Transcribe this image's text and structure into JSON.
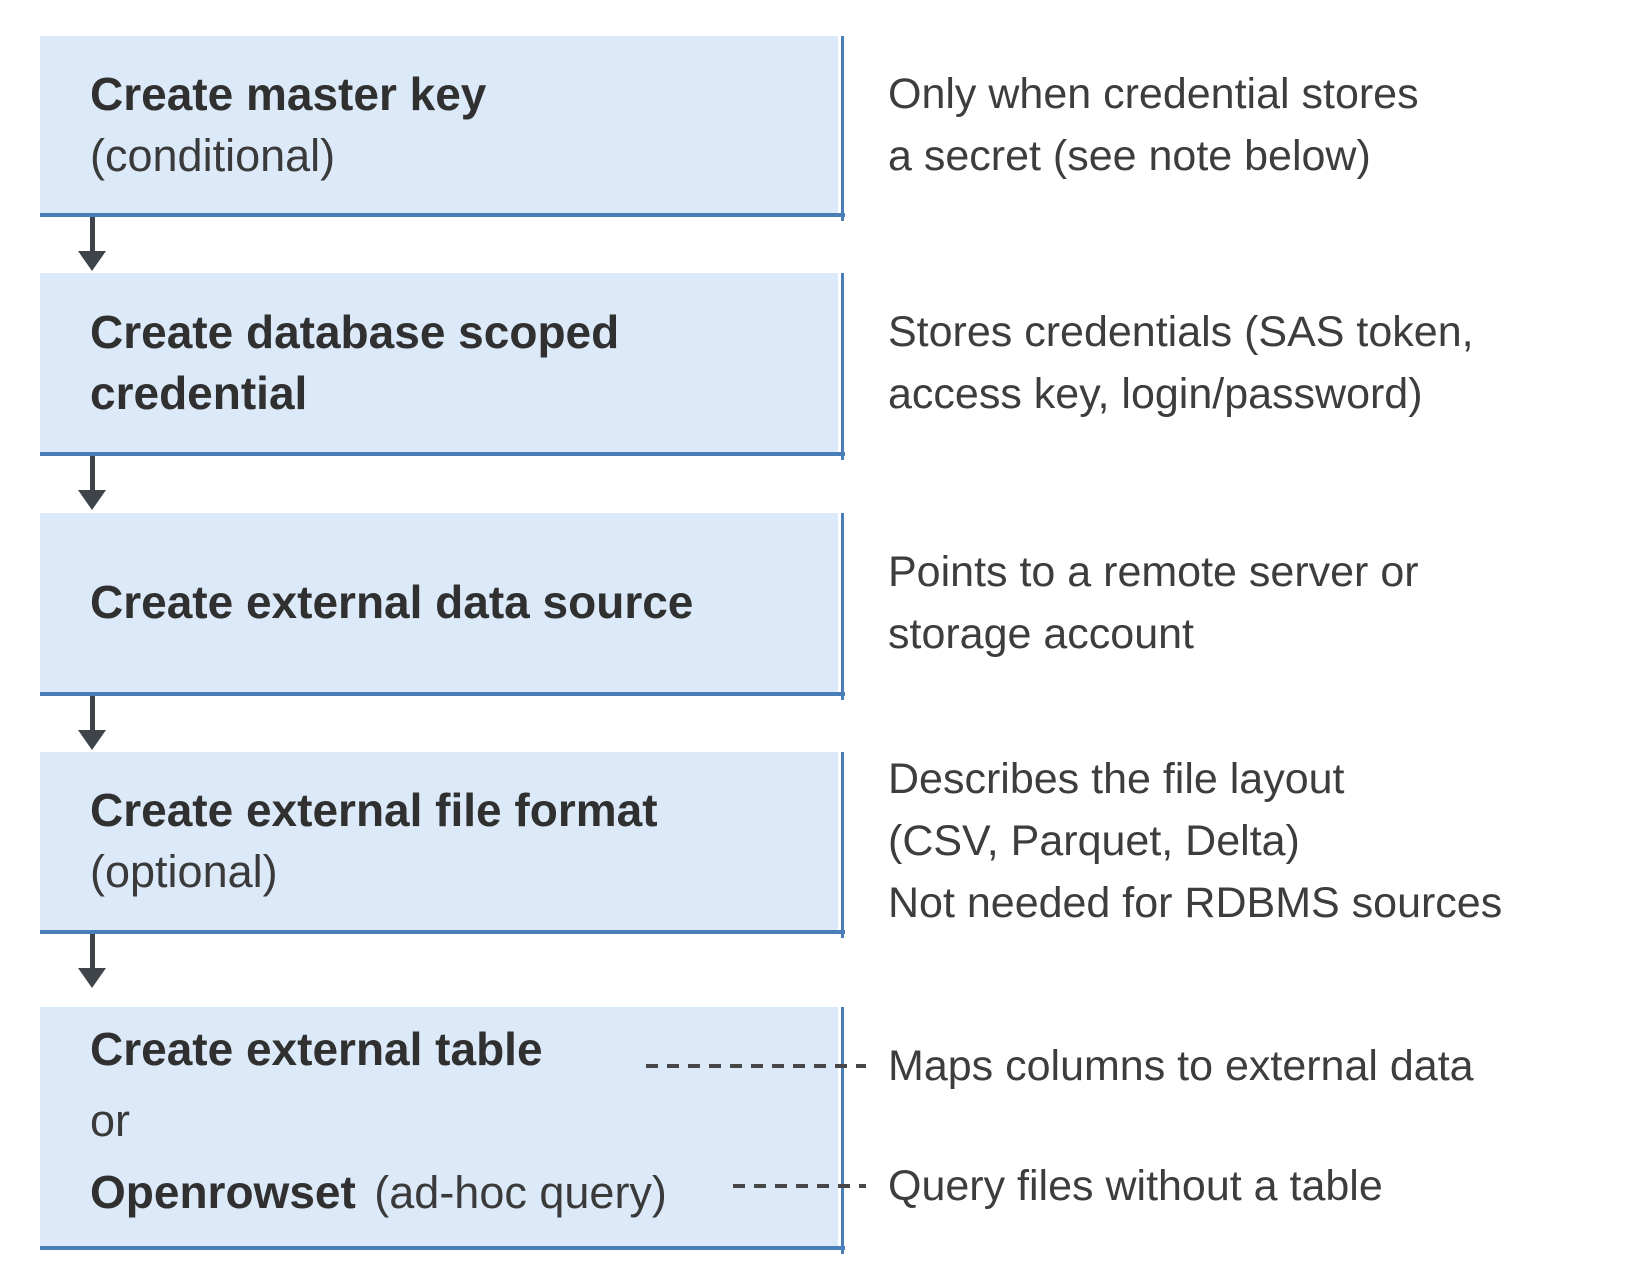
{
  "colors": {
    "box_fill": "#dce9f8",
    "box_border": "#4a7eb8",
    "arrow": "#3f444b",
    "connector": "#474747",
    "title_text": "#303030",
    "annotation_text": "#3d3d3d"
  },
  "steps": [
    {
      "box": {
        "title": "Create master key",
        "qualifier": "(conditional)"
      },
      "annotation": {
        "lines": [
          "Only when credential stores",
          "a secret (see note below)"
        ]
      }
    },
    {
      "box": {
        "title_lines": [
          "Create database scoped",
          "credential"
        ]
      },
      "annotation": {
        "lines": [
          "Stores credentials (SAS token,",
          "access key, login/password)"
        ]
      }
    },
    {
      "box": {
        "title": "Create external data source"
      },
      "annotation": {
        "lines": [
          "Points to a remote server or",
          "storage account"
        ]
      }
    },
    {
      "box": {
        "title": "Create external file format",
        "qualifier": "(optional)"
      },
      "annotation": {
        "lines": [
          "Describes the file layout",
          "(CSV, Parquet, Delta)",
          "Not needed for RDBMS sources"
        ]
      }
    },
    {
      "box": {
        "option1_title": "Create external table",
        "conjunction": "or",
        "option2_title": "Openrowset",
        "option2_qualifier": "(ad-hoc query)"
      },
      "annotation": {
        "option1": "Maps columns to external data",
        "option2": "Query files without a table"
      }
    }
  ]
}
